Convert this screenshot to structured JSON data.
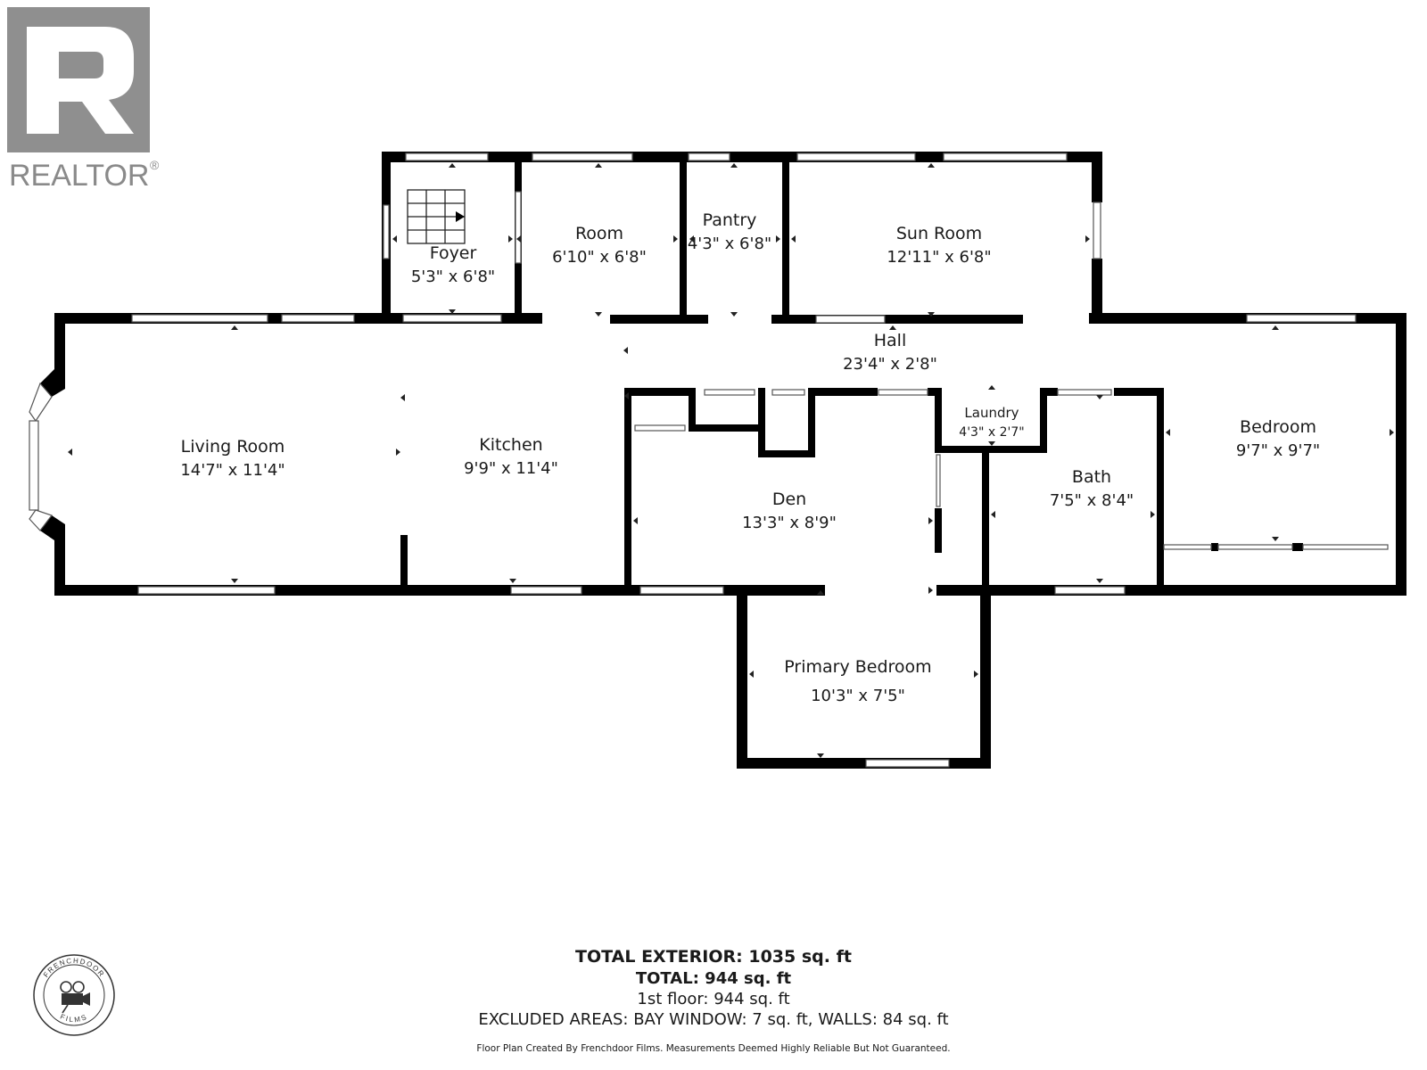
{
  "logo": {
    "text": "REALTOR",
    "reg": "®"
  },
  "stamp": {
    "top_text": "FRENCHDOOR",
    "bottom_text": "FILMS",
    "icon": "film-camera-icon"
  },
  "rooms": {
    "foyer": {
      "name": "Foyer",
      "dim": "5'3\" x 6'8\""
    },
    "room": {
      "name": "Room",
      "dim": "6'10\" x 6'8\""
    },
    "pantry": {
      "name": "Pantry",
      "dim": "4'3\" x 6'8\""
    },
    "sunroom": {
      "name": "Sun Room",
      "dim": "12'11\" x 6'8\""
    },
    "hall": {
      "name": "Hall",
      "dim": "23'4\" x 2'8\""
    },
    "living": {
      "name": "Living Room",
      "dim": "14'7\" x 11'4\""
    },
    "kitchen": {
      "name": "Kitchen",
      "dim": "9'9\" x 11'4\""
    },
    "laundry": {
      "name": "Laundry",
      "dim": "4'3\" x 2'7\""
    },
    "bedroom": {
      "name": "Bedroom",
      "dim": "9'7\" x 9'7\""
    },
    "den": {
      "name": "Den",
      "dim": "13'3\" x 8'9\""
    },
    "bath": {
      "name": "Bath",
      "dim": "7'5\" x 8'4\""
    },
    "primary": {
      "name": "Primary Bedroom",
      "dim": "10'3\" x 7'5\""
    }
  },
  "totals": {
    "exterior_label": "TOTAL EXTERIOR:",
    "exterior_value": "1035 sq. ft",
    "total_label": "TOTAL:",
    "total_value": "944 sq. ft",
    "floor": "1st floor: 944 sq. ft",
    "excluded": "EXCLUDED AREAS: BAY WINDOW: 7 sq. ft, WALLS: 84 sq. ft",
    "disclaimer": "Floor Plan Created By Frenchdoor Films. Measurements Deemed Highly Reliable But Not Guaranteed."
  },
  "colors": {
    "wall": "#000000",
    "logo": "#8a8a8a",
    "stamp": "#333333"
  }
}
